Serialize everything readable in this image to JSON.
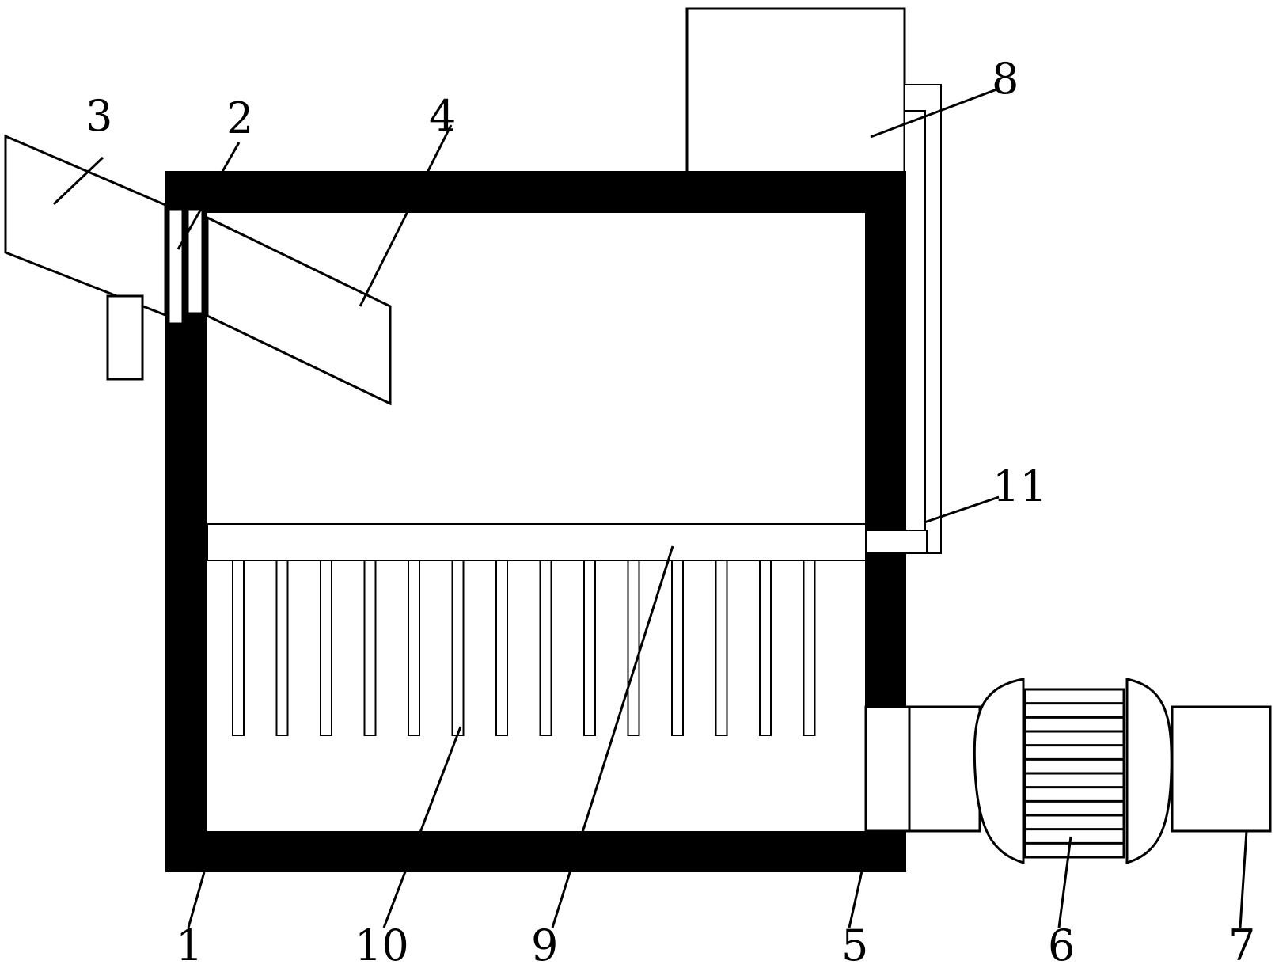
{
  "labels": {
    "l1": "1",
    "l2": "2",
    "l3": "3",
    "l4": "4",
    "l5": "5",
    "l6": "6",
    "l7": "7",
    "l8": "8",
    "l9": "9",
    "l10": "10",
    "l11": "11"
  },
  "colors": {
    "stroke": "#000000",
    "fill": "#ffffff"
  },
  "comb": {
    "tooth_count": 14
  },
  "motor": {
    "fin_count": 12
  }
}
